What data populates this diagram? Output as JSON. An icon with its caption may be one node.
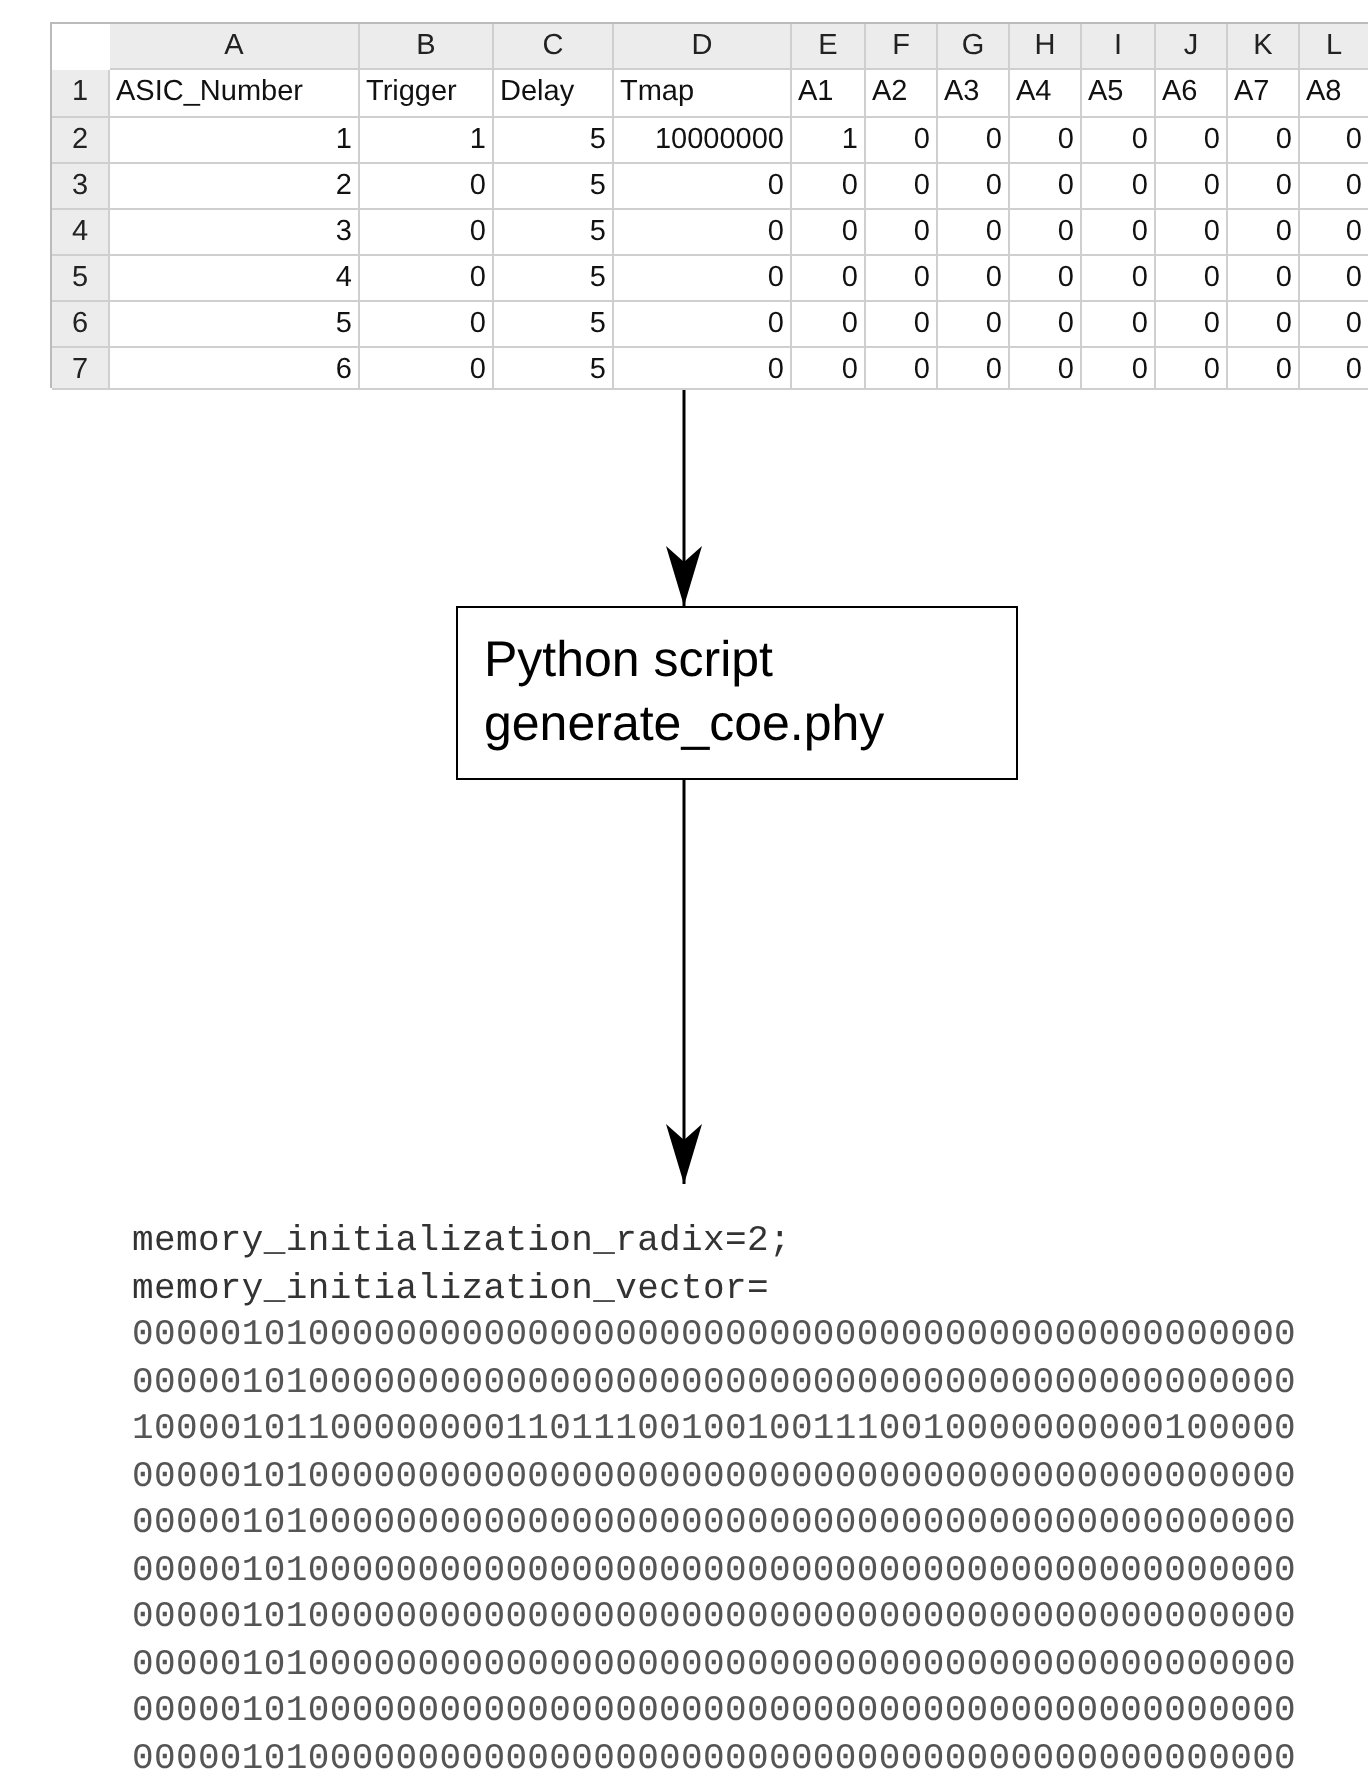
{
  "diagram": {
    "nodes": [
      {
        "text": [],
        "shape": "box"
      },
      {
        "text": [
          "Python script",
          "generate_coe.phy"
        ]
      },
      {
        "text": [
          "memory_initialization_radix=2;",
          "memory_initialization_vector=",
          "00000101000000000000000000000000000000000000000000000",
          "00000101000000000000000000000000000000000000000000000",
          "10000101100000000110111001001001110010000000000100000",
          "00000101000000000000000000000000000000000000000000000",
          "00000101000000000000000000000000000000000000000000000",
          "00000101000000000000000000000000000000000000000000000",
          "00000101000000000000000000000000000000000000000000000",
          "00000101000000000000000000000000000000000000000000000",
          "00000101000000000000000000000000000000000000000000000",
          "00000101000000000000000000000000000000000000000000000"
        ]
      }
    ],
    "edges": [
      {
        "from": 0,
        "to": 1,
        "arrow": "to"
      },
      {
        "from": 1,
        "to": 2,
        "arrow": "to"
      }
    ],
    "labels": [
      "A",
      "B",
      "C",
      "D",
      "E",
      "F",
      "G",
      "H",
      "I",
      "J",
      "K",
      "L",
      "1",
      "ASIC_Number",
      "Trigger",
      "Delay",
      "Tmap",
      "A1",
      "A2",
      "A3",
      "A4",
      "A5",
      "A6",
      "A7",
      "A8",
      "2",
      "1",
      "1",
      "5",
      "10000000",
      "1",
      "0",
      "0",
      "0",
      "0",
      "0",
      "0",
      "0",
      "3",
      "2",
      "0",
      "5",
      "0",
      "0",
      "0",
      "0",
      "0",
      "0",
      "0",
      "0",
      "0",
      "4",
      "3",
      "0",
      "5",
      "0",
      "0",
      "0",
      "0",
      "0",
      "0",
      "0",
      "0",
      "0",
      "5",
      "4",
      "0",
      "5",
      "0",
      "0",
      "0",
      "0",
      "0",
      "0",
      "0",
      "0",
      "0",
      "6",
      "5",
      "0",
      "5",
      "0",
      "0",
      "0",
      "0",
      "0",
      "0",
      "0",
      "0",
      "0",
      "7",
      "6",
      "0",
      "5",
      "0",
      "0",
      "0",
      "0",
      "0",
      "0",
      "0",
      "0",
      "0"
    ]
  }
}
